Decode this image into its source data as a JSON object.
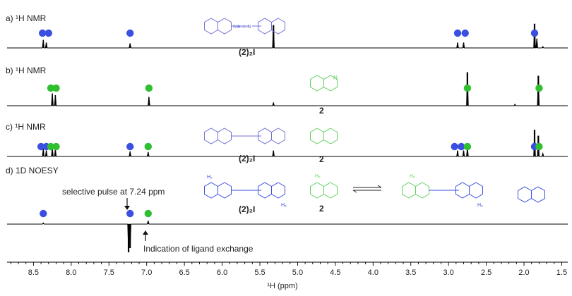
{
  "chart_data": {
    "type": "line",
    "xlabel": "¹H (ppm)",
    "xlim": [
      8.85,
      1.42
    ],
    "x_reversed": true,
    "ticks": [
      8.5,
      8.0,
      7.5,
      7.0,
      6.5,
      6.0,
      5.5,
      5.0,
      4.5,
      4.0,
      3.5,
      3.0,
      2.5,
      2.0,
      1.5
    ],
    "tick_labels": [
      "8.5",
      "8.0",
      "7.5",
      "7.0",
      "6.5",
      "6.0",
      "5.5",
      "5.0",
      "4.5",
      "4.0",
      "3.5",
      "3.0",
      "2.5",
      "2.0",
      "1.5"
    ],
    "colors": {
      "complex": "#3b4fe0",
      "ligand": "#2fbf2f",
      "structure_complex": "#7070d8",
      "structure_ligand": "#5fd05f"
    },
    "panels": [
      {
        "label": "a) ¹H NMR",
        "compound_label": "(2)₂I",
        "peaks": [
          {
            "x": 8.37,
            "h": 0.3
          },
          {
            "x": 8.33,
            "h": 0.2
          },
          {
            "x": 7.22,
            "h": 0.17
          },
          {
            "x": 5.32,
            "h": 0.85
          },
          {
            "x": 2.88,
            "h": 0.2
          },
          {
            "x": 2.8,
            "h": 0.2
          },
          {
            "x": 1.86,
            "h": 0.9
          },
          {
            "x": 1.83,
            "h": 0.35
          },
          {
            "x": 1.75,
            "h": 0.05
          }
        ],
        "markers": [
          {
            "x": 8.38,
            "series": "complex"
          },
          {
            "x": 8.3,
            "series": "complex"
          },
          {
            "x": 7.22,
            "series": "complex"
          },
          {
            "x": 2.88,
            "series": "complex"
          },
          {
            "x": 2.78,
            "series": "complex"
          },
          {
            "x": 1.86,
            "series": "complex"
          }
        ]
      },
      {
        "label": "b) ¹H NMR",
        "compound_label": "2",
        "peaks": [
          {
            "x": 8.25,
            "h": 0.35
          },
          {
            "x": 8.21,
            "h": 0.3
          },
          {
            "x": 6.97,
            "h": 0.25
          },
          {
            "x": 5.32,
            "h": 0.08
          },
          {
            "x": 2.75,
            "h": 0.95
          },
          {
            "x": 2.12,
            "h": 0.04
          },
          {
            "x": 1.81,
            "h": 0.85
          }
        ],
        "markers": [
          {
            "x": 8.27,
            "series": "ligand"
          },
          {
            "x": 8.2,
            "series": "ligand"
          },
          {
            "x": 6.97,
            "series": "ligand"
          },
          {
            "x": 2.75,
            "series": "ligand"
          },
          {
            "x": 1.8,
            "series": "ligand"
          }
        ]
      },
      {
        "label": "c) ¹H NMR",
        "compound_label": "(2)₂I",
        "compound_label_2": "2",
        "peaks": [
          {
            "x": 8.37,
            "h": 0.28
          },
          {
            "x": 8.33,
            "h": 0.2
          },
          {
            "x": 8.25,
            "h": 0.3
          },
          {
            "x": 8.21,
            "h": 0.25
          },
          {
            "x": 7.22,
            "h": 0.17
          },
          {
            "x": 6.98,
            "h": 0.15
          },
          {
            "x": 5.32,
            "h": 0.2
          },
          {
            "x": 2.88,
            "h": 0.2
          },
          {
            "x": 2.8,
            "h": 0.2
          },
          {
            "x": 2.75,
            "h": 0.3
          },
          {
            "x": 1.86,
            "h": 0.9
          },
          {
            "x": 1.81,
            "h": 0.7
          },
          {
            "x": 1.75,
            "h": 0.1
          }
        ],
        "markers": [
          {
            "x": 8.4,
            "series": "complex"
          },
          {
            "x": 8.33,
            "series": "complex"
          },
          {
            "x": 8.27,
            "series": "ligand"
          },
          {
            "x": 8.2,
            "series": "ligand"
          },
          {
            "x": 7.22,
            "series": "complex"
          },
          {
            "x": 6.98,
            "series": "ligand"
          },
          {
            "x": 2.92,
            "series": "complex"
          },
          {
            "x": 2.83,
            "series": "complex"
          },
          {
            "x": 2.75,
            "series": "ligand"
          },
          {
            "x": 1.86,
            "series": "complex"
          },
          {
            "x": 1.8,
            "series": "ligand"
          }
        ]
      },
      {
        "label": "d) 1D NOESY",
        "compound_label": "(2)₂I",
        "compound_label_2": "2",
        "peaks": [
          {
            "x": 8.37,
            "h": 0.04
          },
          {
            "x": 7.24,
            "h": -1.0
          },
          {
            "x": 7.22,
            "h": -0.85
          },
          {
            "x": 6.98,
            "h": 0.12
          }
        ],
        "markers": [
          {
            "x": 8.37,
            "series": "complex"
          },
          {
            "x": 7.22,
            "series": "complex"
          },
          {
            "x": 6.98,
            "series": "ligand"
          }
        ],
        "annotations": [
          {
            "text": "selective pulse at 7.24 ppm",
            "x": 7.24
          },
          {
            "text": "Indication of ligand exchange",
            "x": 6.98
          }
        ],
        "h_label": "H₅"
      }
    ]
  }
}
